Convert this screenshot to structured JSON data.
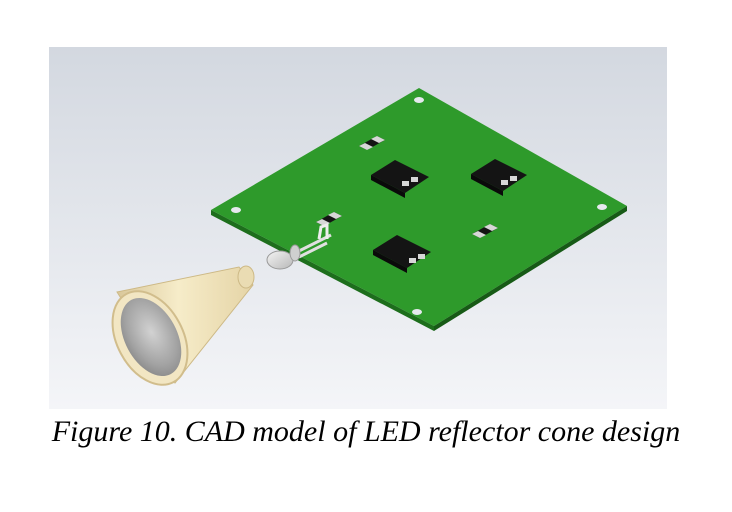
{
  "figure": {
    "caption": "Figure 10. CAD model of LED reflector cone design"
  },
  "colors": {
    "background_top": "#d3d8e0",
    "background_bottom": "#f4f5f8",
    "pcb_green": "#2e9a2b",
    "pcb_edge": "#1d6e1c",
    "chip_black": "#141414",
    "pad_silver": "#d7d7d7",
    "cone_outer": "#f1e4be",
    "cone_inner": "#a9a9a9"
  },
  "icons": {
    "pcb": "pcb-board",
    "led": "led-component",
    "reflector": "reflector-cone"
  }
}
